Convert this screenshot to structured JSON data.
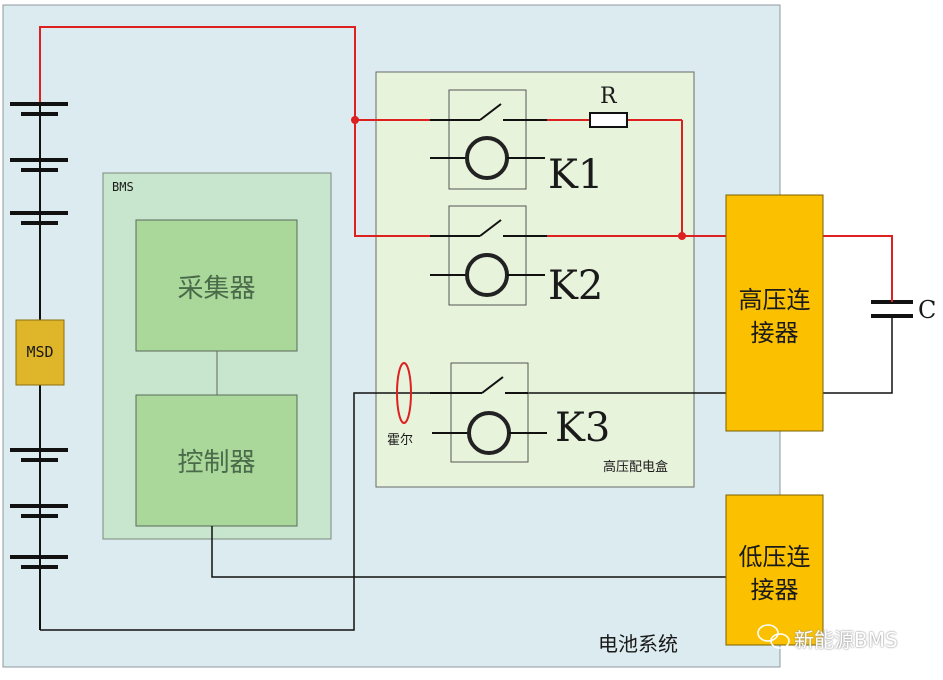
{
  "system_label": "电池系统",
  "bms": {
    "label": "BMS",
    "collector": "采集器",
    "controller": "控制器"
  },
  "msd_label": "MSD",
  "pdu": {
    "label": "高压配电盒",
    "resistor_label": "R",
    "relays": [
      "K1",
      "K2",
      "K3"
    ],
    "hall_label": "霍尔"
  },
  "hv_connector": [
    "高压连",
    "接器"
  ],
  "lv_connector": [
    "低压连",
    "接器"
  ],
  "capacitor_label": "C",
  "watermark": "新能源BMS",
  "colors": {
    "system_bg": "#dcebf0",
    "bms_bg": "#c7e6cd",
    "module_bg": "#a9d89a",
    "pdu_bg": "#e8f3dc",
    "connector": "#fbc100",
    "msd": "#dfb529",
    "hv_wire": "#dd2121",
    "lv_wire": "#111111"
  }
}
